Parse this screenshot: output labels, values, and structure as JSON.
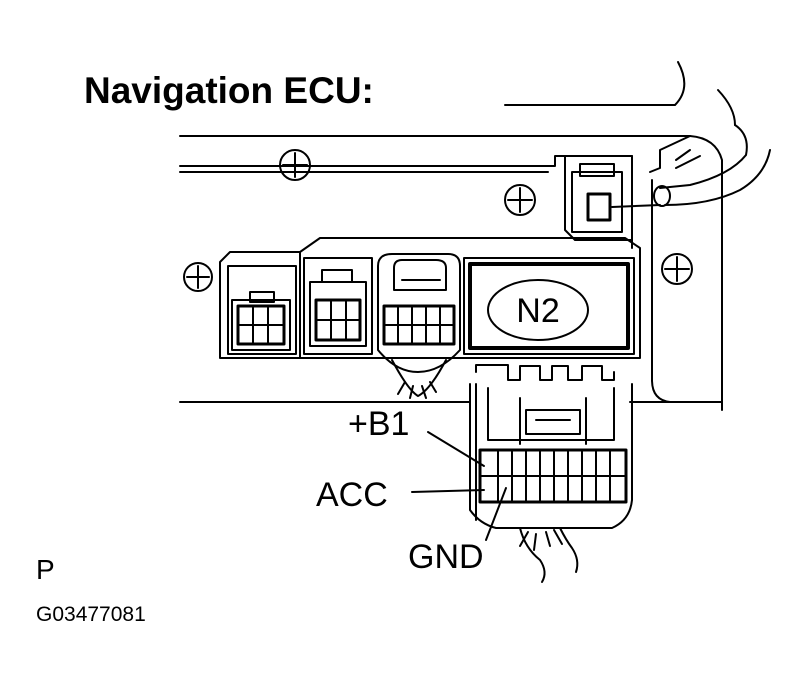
{
  "title": "Navigation ECU:",
  "connector_tag": "N2",
  "terminals": {
    "b1": "+B1",
    "acc": "ACC",
    "gnd": "GND"
  },
  "footer": {
    "code_letter": "P",
    "code_number": "G03477081"
  }
}
